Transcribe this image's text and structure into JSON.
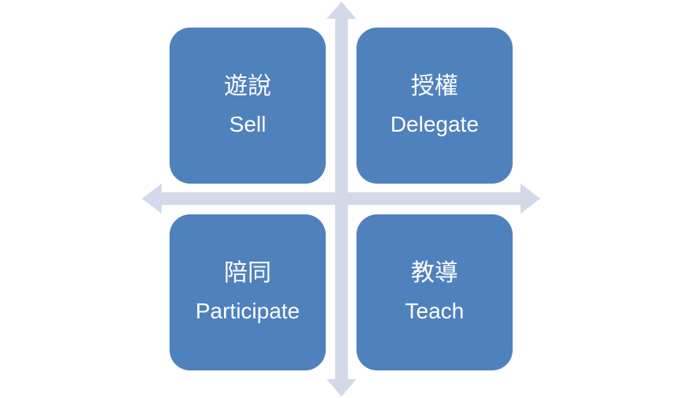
{
  "quadrants": {
    "top_left": {
      "zh": "遊說",
      "en": "Sell"
    },
    "top_right": {
      "zh": "授權",
      "en": "Delegate"
    },
    "bottom_left": {
      "zh": "陪同",
      "en": "Participate"
    },
    "bottom_right": {
      "zh": "教導",
      "en": "Teach"
    }
  },
  "colors": {
    "box_fill": "#4f81bd",
    "axis_fill": "#d3d9e8",
    "text": "#ffffff"
  }
}
